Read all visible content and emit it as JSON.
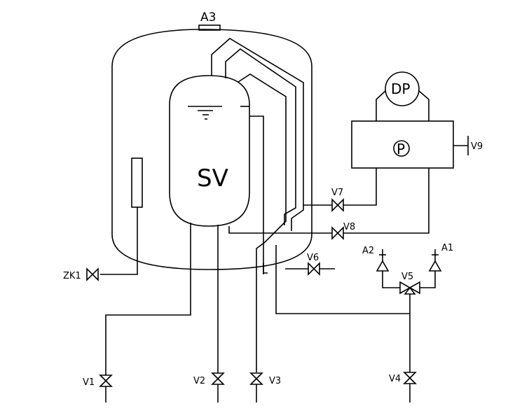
{
  "diagram": {
    "colors": {
      "line": "#000000",
      "background": "#ffffff"
    },
    "vessel": {
      "outer_label": "A3",
      "inner_label": "SV"
    },
    "equipment": {
      "pump_label": "P",
      "gauge_label": "DP"
    },
    "valves": {
      "v1": "V1",
      "v2": "V2",
      "v3": "V3",
      "v4": "V4",
      "v5": "V5",
      "v6": "V6",
      "v7": "V7",
      "v8": "V8",
      "v9": "V9",
      "zk1": "ZK1"
    },
    "vents": {
      "a1": "A1",
      "a2": "A2"
    }
  }
}
